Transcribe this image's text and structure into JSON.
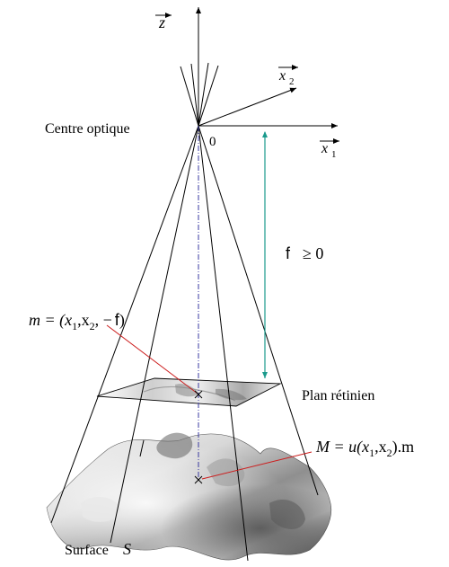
{
  "axes": {
    "z_label": "z",
    "x2_label": "x",
    "x2_sub": "2",
    "x1_label": "x",
    "x1_sub": "1",
    "origin_label": "0"
  },
  "labels": {
    "centre_optique": "Centre optique",
    "focal_f": "f",
    "focal_rest": "≥ 0",
    "point_m": "m = (x",
    "point_m_sub1": "1",
    "point_m_mid": ",x",
    "point_m_sub2": "2",
    "point_m_tail": ", −",
    "point_m_f": "f",
    "point_m_close": ")",
    "plan_retinien": "Plan rétinien",
    "point_M": "M = u(x",
    "point_M_sub1": "1",
    "point_M_mid": ",x",
    "point_M_sub2": "2",
    "point_M_tail": ").m",
    "surface": "Surface",
    "surface_symbol": "S"
  },
  "colors": {
    "axis": "#000000",
    "focal_arrow": "#1a9a8c",
    "optical_axis": "#3a3aa0",
    "pointer": "#cc1e1e"
  }
}
